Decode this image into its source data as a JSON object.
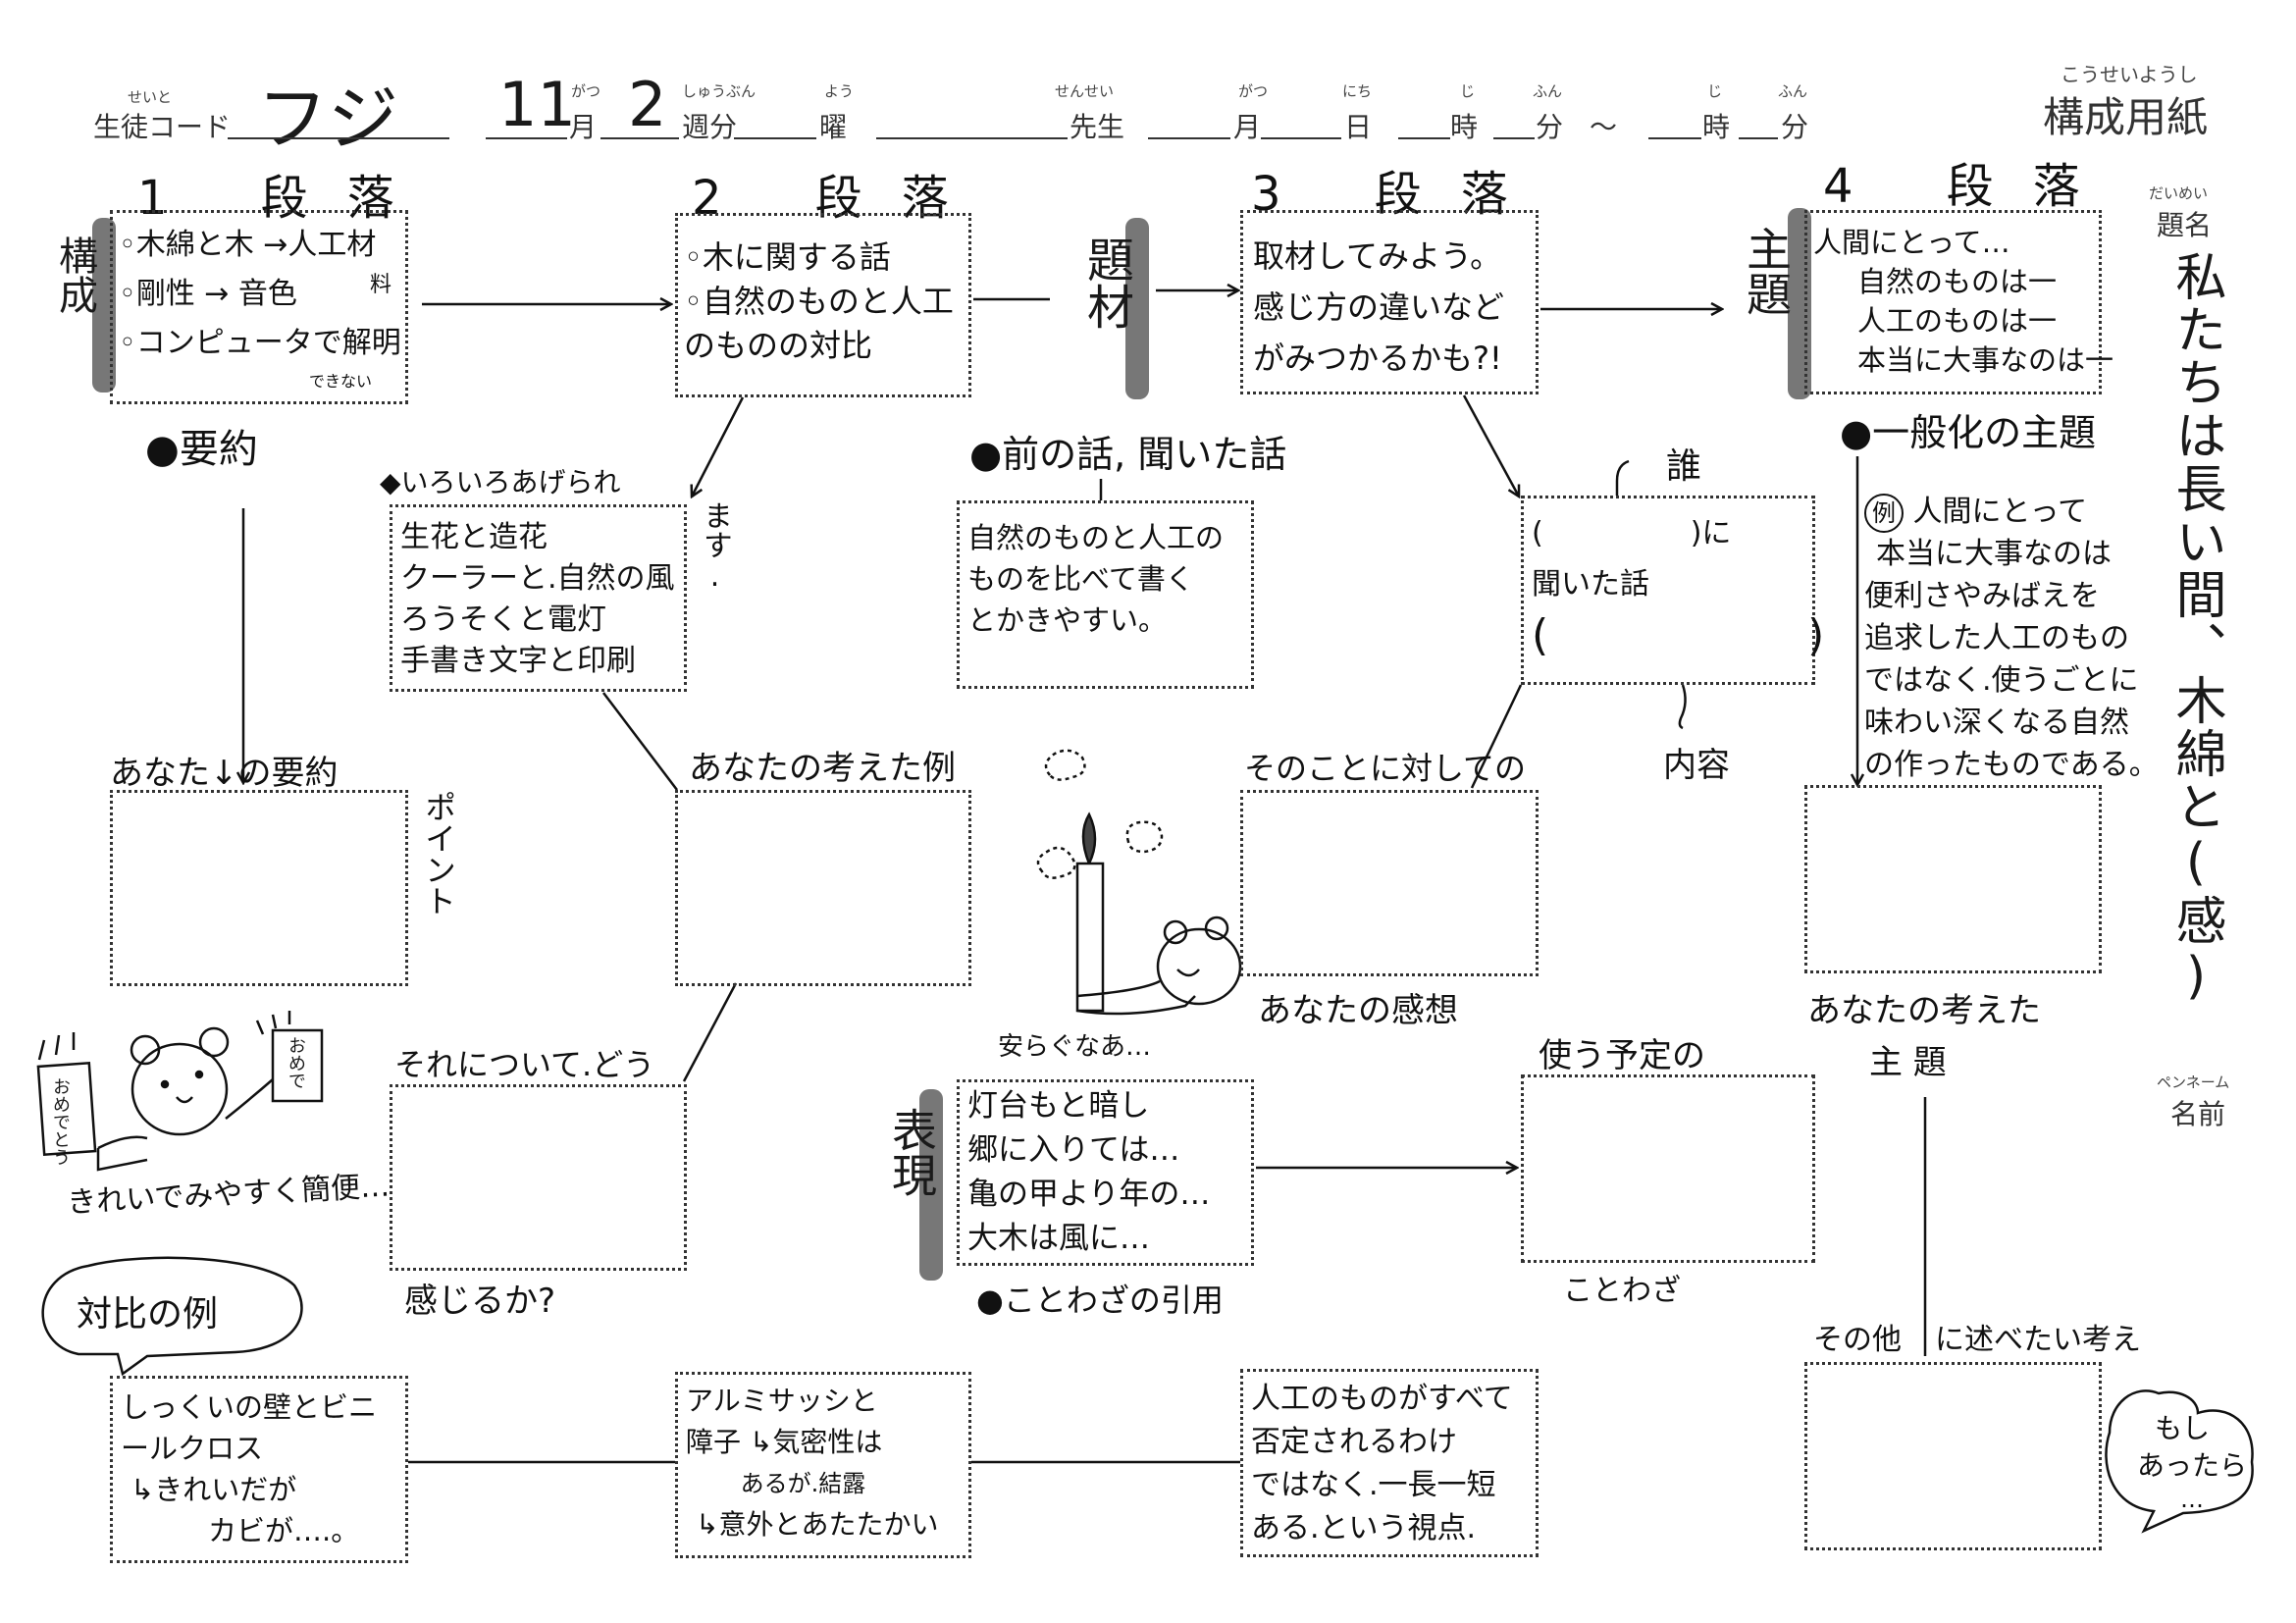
{
  "header": {
    "student_code_furigana": "せいと",
    "student_code_label": "生徒コード",
    "student_code_value": "フジ",
    "month_value": "11",
    "month_furigana": "がつ",
    "month_label": "月",
    "weeks_value": "2",
    "weeks_furigana": "しゅうぶん",
    "weeks_label": "週分",
    "weekday_furigana": "よう",
    "weekday_label": "曜",
    "teacher_furigana": "せんせい",
    "teacher_label": "先生",
    "date_month_furigana": "がつ",
    "date_month_label": "月",
    "date_day_furigana": "にち",
    "date_day_label": "日",
    "hour_furigana": "じ",
    "hour_label": "時",
    "minute_furigana": "ふん",
    "minute_label": "分",
    "range_sep": "～",
    "hour2_furigana": "じ",
    "hour2_label": "時",
    "minute2_furigana": "ふん",
    "minute2_label": "分",
    "sheet_title_furigana": "こうせいようし",
    "sheet_title": "構成用紙"
  },
  "title_panel": {
    "title_furigana": "だいめい",
    "title_label": "題名",
    "title_value": "私たちは長い間、木綿と(感)",
    "penname_furigana": "ペンネーム",
    "name_label": "名前"
  },
  "paragraphs": [
    {
      "heading": "1 段落",
      "tag": "構成",
      "lines": [
        "◦木綿と木 →人工材",
        "◦剛性 → 音色",
        "◦コンピュータで解明"
      ],
      "notes": [
        "料",
        "できない"
      ]
    },
    {
      "heading": "2 段落",
      "tag": "題材",
      "lines": [
        "◦木に関する話",
        "◦自然のものと人工",
        "のものの対比"
      ]
    },
    {
      "heading": "3 段落",
      "lines": [
        "取材してみよう。",
        "感じ方の違いなど",
        "がみつかるかも?!"
      ]
    },
    {
      "heading": "4 段落",
      "tag": "主題",
      "lines": [
        "人間にとって…",
        "自然のものは一",
        "人工のものは一",
        "本当に大事なのは一"
      ]
    }
  ],
  "row2": {
    "summary_label": "●要約",
    "examples_label": "◆いろいろあげられ",
    "examples_label_tail": "ます.",
    "examples_lines": [
      "生花と造花",
      "クーラーと.自然の風",
      "ろうそくと電灯",
      "手書き文字と印刷"
    ],
    "prev_story_label": "●前の話, 聞いた話",
    "prev_story_lines": [
      "自然のものと人工の",
      "ものを比べて書く",
      "とかきやすい。"
    ],
    "who_label": "誰",
    "heard_lines": [
      "(　　　　　)に",
      "聞いた話",
      "(　　　　　　)"
    ],
    "content_label": "内容",
    "general_theme_label": "●一般化の主題",
    "general_theme_example_mark": "例",
    "general_theme_lines": [
      "人間にとって",
      "本当に大事なのは",
      "便利さやみばえを",
      "追求した人工のもの",
      "ではなく.使うごとに",
      "味わい深くなる自然",
      "の作ったものである。"
    ]
  },
  "row3": {
    "your_summary_label": "あなた↓の要約",
    "point_label": "ポイント",
    "your_example_label": "あなたの考えた例",
    "toward_label": "そのことに対しての",
    "your_impression_label": "あなたの感想",
    "your_theme_label_1": "あなたの考えた",
    "your_theme_label_2": "主 題"
  },
  "row4": {
    "bear_caption": "きれいでみやすく簡便…",
    "bear_sign_1": "おめでとう",
    "bear_sign_2": "おめで",
    "how_label": "それについて.どう",
    "feel_label": "感じるか?",
    "candle_caption": "安らぐなあ…",
    "expression_tag": "表現",
    "proverb_lines": [
      "灯台もと暗し",
      "郷に入りては…",
      "亀の甲より年の…",
      "大木は風に…"
    ],
    "proverb_label": "●ことわざの引用",
    "planned_label": "使う予定の",
    "proverb_word": "ことわざ"
  },
  "row5": {
    "contrast_bubble": "対比の例",
    "box1_lines": [
      "しっくいの壁とビニ",
      "ールクロス",
      "↳きれいだが",
      "　カビが….。"
    ],
    "box2_lines": [
      "アルミサッシと",
      "障子 ↳気密性は",
      "　　 あるが.結露",
      "↳意外とあたたかい"
    ],
    "box3_lines": [
      "人工のものがすべて",
      "否定されるわけ",
      "ではなく.一長一短",
      "ある.という視点."
    ],
    "other_label_1": "その他",
    "other_label_2": "に述べたい考え",
    "if_bubble_1": "もし",
    "if_bubble_2": "あったら",
    "if_bubble_3": "…"
  }
}
